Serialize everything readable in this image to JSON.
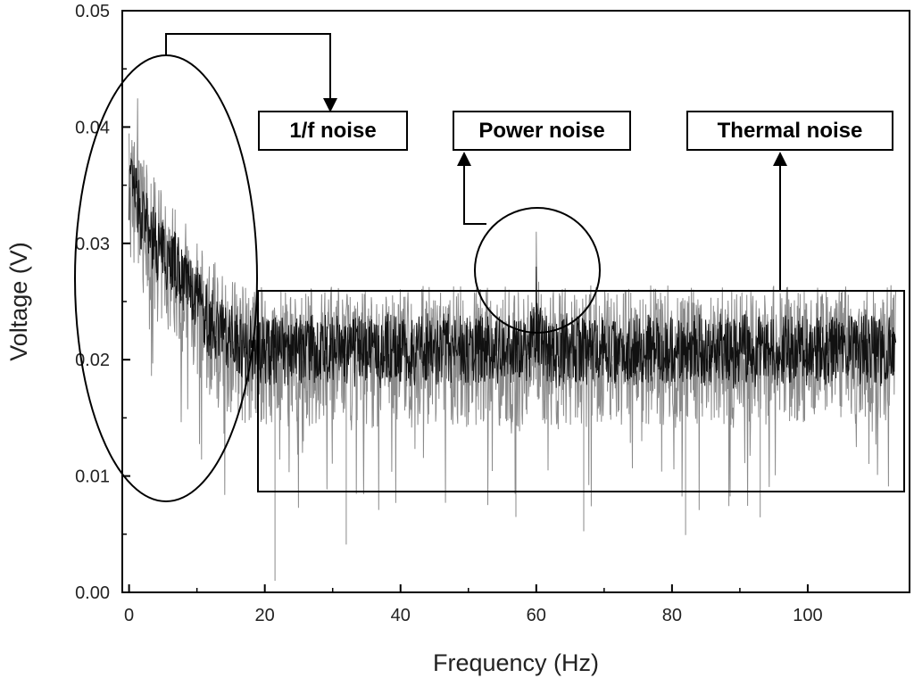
{
  "chart_data": {
    "type": "line",
    "title": "",
    "xlabel": "Frequency (Hz)",
    "ylabel": "Voltage (V)",
    "xlim": [
      -1,
      115
    ],
    "ylim": [
      0,
      0.05
    ],
    "x_ticks": [
      0,
      20,
      40,
      60,
      80,
      100
    ],
    "x_tick_labels": [
      "0",
      "20",
      "40",
      "60",
      "80",
      "100"
    ],
    "y_ticks": [
      0,
      0.01,
      0.02,
      0.03,
      0.04,
      0.05
    ],
    "y_tick_labels": [
      "0.00",
      "0.01",
      "0.02",
      "0.03",
      "0.04",
      "0.05"
    ],
    "grid": false,
    "series": [
      {
        "color": "#111111",
        "x_start": 0,
        "x_step": 1,
        "values": [
          0.035,
          0.034,
          0.032,
          0.031,
          0.03,
          0.029,
          0.029,
          0.028,
          0.027,
          0.026,
          0.025,
          0.024,
          0.023,
          0.023,
          0.022,
          0.022,
          0.022,
          0.021,
          0.021,
          0.021,
          0.021,
          0.0205,
          0.021,
          0.0205,
          0.021,
          0.021,
          0.0205,
          0.021,
          0.0205,
          0.021,
          0.021,
          0.021,
          0.0205,
          0.0205,
          0.021,
          0.021,
          0.0205,
          0.0205,
          0.021,
          0.021,
          0.021,
          0.0205,
          0.0205,
          0.021,
          0.021,
          0.0205,
          0.021,
          0.021,
          0.021,
          0.021,
          0.0205,
          0.021,
          0.021,
          0.021,
          0.0205,
          0.021,
          0.021,
          0.0205,
          0.021,
          0.021,
          0.023,
          0.021,
          0.021,
          0.0205,
          0.021,
          0.021,
          0.021,
          0.0205,
          0.021,
          0.021,
          0.021,
          0.0205,
          0.021,
          0.021,
          0.0205,
          0.021,
          0.021,
          0.021,
          0.0205,
          0.021,
          0.021,
          0.0205,
          0.021,
          0.021,
          0.021,
          0.0205,
          0.021,
          0.021,
          0.021,
          0.0205,
          0.021,
          0.021,
          0.0205,
          0.021,
          0.021,
          0.021,
          0.0205,
          0.021,
          0.021,
          0.021,
          0.0205,
          0.021,
          0.021,
          0.0205,
          0.021,
          0.021,
          0.021,
          0.0205,
          0.021,
          0.021,
          0.021,
          0.0205,
          0.021,
          0.021
        ]
      }
    ],
    "peak": {
      "x": 60,
      "y": 0.031
    },
    "extremes": {
      "max": 0.044,
      "min": 0.001
    }
  },
  "annotations": {
    "one_over_f": "1/f noise",
    "power": "Power noise",
    "thermal": "Thermal noise"
  }
}
